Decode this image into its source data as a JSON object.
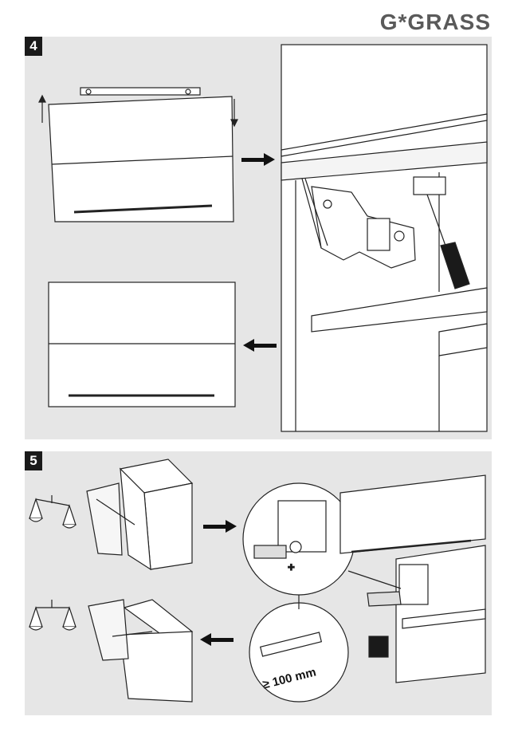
{
  "brand": {
    "logo_text": "G*GRASS"
  },
  "steps": [
    {
      "number": "4"
    },
    {
      "number": "5",
      "dimension_label": "≥ 100 mm"
    }
  ]
}
